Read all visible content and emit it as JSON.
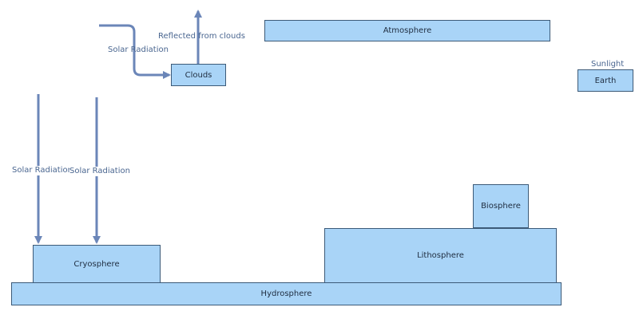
{
  "boxes": {
    "atmosphere": "Atmosphere",
    "clouds": "Clouds",
    "earth": "Earth",
    "cryosphere": "Cryosphere",
    "lithosphere": "Lithosphere",
    "biosphere": "Biosphere",
    "hydrosphere": "Hydrosphere"
  },
  "labels": {
    "solar_radiation_top": "Solar Radiation",
    "reflected_from_clouds": "Reflected from clouds",
    "sunlight": "Sunlight",
    "solar_radiation_left_1": "Solar Radiation",
    "solar_radiation_left_2": "Solar Radiation"
  },
  "colors": {
    "box_fill": "#a9d4f7",
    "arrow": "#6b86b8"
  }
}
